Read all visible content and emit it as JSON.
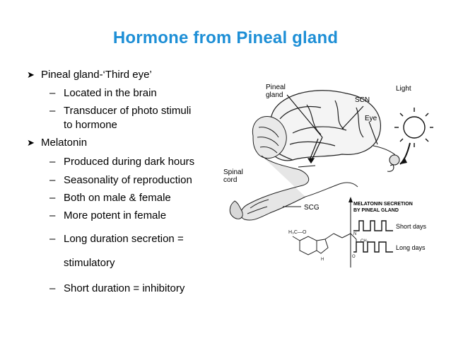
{
  "slide": {
    "title": "Hormone from Pineal gland",
    "bullets": [
      {
        "text": "Pineal gland-‘Third eye’",
        "subs": [
          "Located in the brain",
          "Transducer of photo stimuli",
          "to hormone"
        ]
      },
      {
        "text": "Melatonin",
        "subs": [
          "Produced during dark hours",
          "Seasonality of reproduction",
          "Both on male & female",
          "More potent in female",
          "Long duration secretion =",
          "stimulatory",
          "Short duration = inhibitory"
        ]
      }
    ]
  },
  "figure": {
    "labels": {
      "pineal": "Pineal",
      "gland": "gland",
      "light": "Light",
      "scn": "SCN",
      "eye": "Eye",
      "spinal": "Spinal",
      "cord": "cord",
      "scg": "SCG",
      "melatonin_secretion": "MELATONIN SECRETION",
      "by_pineal_gland": "BY PINEAL GLAND",
      "short_days": "Short days",
      "long_days": "Long days"
    }
  }
}
